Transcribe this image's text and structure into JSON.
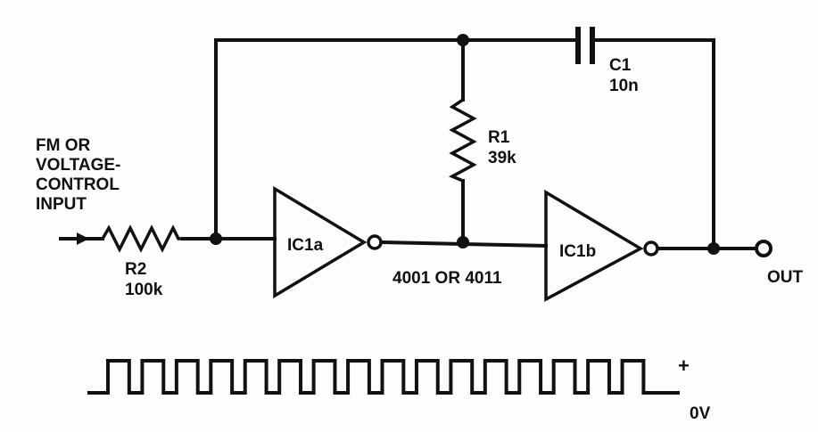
{
  "input_label": [
    "FM OR",
    "VOLTAGE-",
    "CONTROL",
    "INPUT"
  ],
  "components": {
    "r1": {
      "name": "R1",
      "value": "39k"
    },
    "r2": {
      "name": "R2",
      "value": "100k"
    },
    "c1": {
      "name": "C1",
      "value": "10n"
    },
    "ic1a": {
      "name": "IC1a"
    },
    "ic1b": {
      "name": "IC1b"
    }
  },
  "ic_type": "4001 OR 4011",
  "output_label": "OUT",
  "waveform": {
    "high_label": "+",
    "low_label": "0V",
    "pulse_count": 16
  }
}
